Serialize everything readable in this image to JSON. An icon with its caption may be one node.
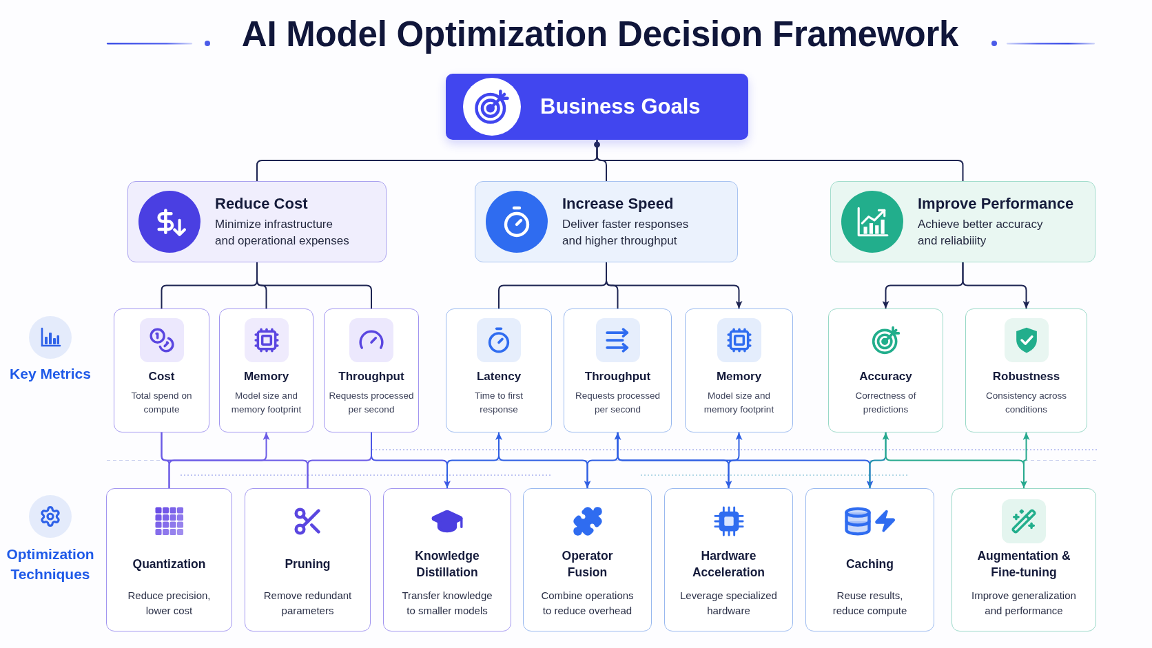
{
  "diagram": {
    "title": "AI Model Optimization Decision Framework",
    "nodes": [
      {
        "text": [
          "Business Goals"
        ]
      },
      {
        "text": [
          "Reduce Cost",
          "Minimize infrastructure and operational expenses"
        ]
      },
      {
        "text": [
          "Increase Speed",
          "Deliver faster responses and higher throughput"
        ]
      },
      {
        "text": [
          "Improve Performance",
          "Achieve better accuracy and reliabiiity"
        ]
      },
      {
        "text": [
          "Cost",
          "Total spend on compute"
        ]
      },
      {
        "text": [
          "Memory",
          "Model size and memory footprint"
        ]
      },
      {
        "text": [
          "Throughput",
          "Requests processed per second"
        ]
      },
      {
        "text": [
          "Latency",
          "Time to first response"
        ]
      },
      {
        "text": [
          "Throughput",
          "Requests processed per second"
        ]
      },
      {
        "text": [
          "Memory",
          "Model size and memory footprint"
        ]
      },
      {
        "text": [
          "Accuracy",
          "Correctness of predictions"
        ]
      },
      {
        "text": [
          "Robustness",
          "Consistency across conditions"
        ]
      },
      {
        "text": [
          "Quantization",
          "Reduce precision, lower cost"
        ]
      },
      {
        "text": [
          "Pruning",
          "Remove redundant parameters"
        ]
      },
      {
        "text": [
          "Knowledge Distillation",
          "Transfer knowledge to smaller models"
        ]
      },
      {
        "text": [
          "Operator Fusion",
          "Combine operations to reduce overhead"
        ]
      },
      {
        "text": [
          "Hardware Acceleration",
          "Leverage specialized hardware"
        ]
      },
      {
        "text": [
          "Caching",
          "Reuse results, reduce compute"
        ]
      },
      {
        "text": [
          "Augmentation & Fine-tuning",
          "Improve generalization and performance"
        ]
      }
    ],
    "edges": [
      {
        "from": 0,
        "to": 1,
        "arrow": "other"
      },
      {
        "from": 0,
        "to": 2,
        "arrow": "other"
      },
      {
        "from": 0,
        "to": 3,
        "arrow": "other"
      },
      {
        "from": 1,
        "to": 4,
        "arrow": "none"
      },
      {
        "from": 1,
        "to": 5,
        "arrow": "none"
      },
      {
        "from": 1,
        "to": 6,
        "arrow": "none"
      },
      {
        "from": 2,
        "to": 7,
        "arrow": "none"
      },
      {
        "from": 2,
        "to": 8,
        "arrow": "none"
      },
      {
        "from": 2,
        "to": 9,
        "arrow": "to"
      },
      {
        "from": 3,
        "to": 10,
        "arrow": "to"
      },
      {
        "from": 3,
        "to": 11,
        "arrow": "to"
      },
      {
        "from": 4,
        "to": 12,
        "arrow": "none",
        "color": "#6b5be6"
      },
      {
        "from": 12,
        "to": 5,
        "arrow": "to",
        "color": "#6b5be6"
      },
      {
        "from": 4,
        "to": 13,
        "arrow": "none",
        "color": "#6b5be6"
      },
      {
        "from": 6,
        "to": 13,
        "arrow": "none",
        "color": "#6b5be6"
      },
      {
        "from": 6,
        "to": 14,
        "arrow": "to",
        "color": "#4c57e6"
      },
      {
        "from": 14,
        "to": 7,
        "arrow": "to",
        "color": "#2f5fe3"
      },
      {
        "from": 7,
        "to": 15,
        "arrow": "to",
        "color": "#2f5fe3"
      },
      {
        "from": 15,
        "to": 8,
        "arrow": "to",
        "color": "#2f5fe3"
      },
      {
        "from": 8,
        "to": 16,
        "arrow": "to",
        "color": "#2f5fe3"
      },
      {
        "from": 16,
        "to": 9,
        "arrow": "to",
        "color": "#2f5fe3"
      },
      {
        "from": 8,
        "to": 17,
        "arrow": "to",
        "color": "#2f5fe3"
      },
      {
        "from": 10,
        "to": 17,
        "arrow": "none",
        "color": "#1f8fae"
      },
      {
        "from": 18,
        "to": 10,
        "arrow": "to",
        "color": "#27a98e"
      },
      {
        "from": 11,
        "to": 18,
        "arrow": "both",
        "color": "#27a98e"
      }
    ],
    "labels": [
      "Key Metrics",
      "Optimization Techniques"
    ]
  }
}
